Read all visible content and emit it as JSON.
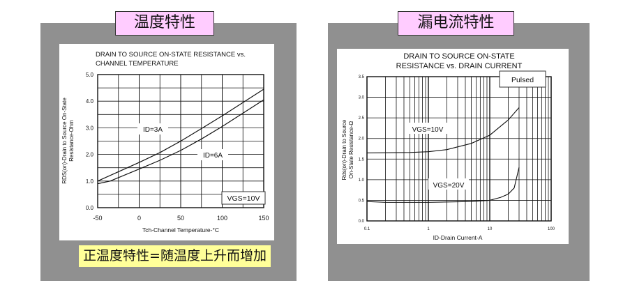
{
  "left": {
    "header": "温度特性",
    "footer": "正温度特性=随温度上升而增加"
  },
  "right": {
    "header": "漏电流特性"
  },
  "colors": {
    "panel": "#909090",
    "header_bg": "#ffccff",
    "footer_bg": "#ffff99"
  },
  "chart_data": [
    {
      "type": "line",
      "title": [
        "DRAIN TO SOURCE ON-STATE RESISTANCE vs.",
        "CHANNEL TEMPERATURE"
      ],
      "xlabel": "Tch-Channel Temperature-°C",
      "ylabel": [
        "RDS(on)-Drain to Source On-State",
        "Resistance-Ohm"
      ],
      "xlim": [
        -50,
        150
      ],
      "ylim": [
        0,
        5
      ],
      "xticks": [
        -50,
        0,
        50,
        100,
        150
      ],
      "xtick_labels": [
        "-50",
        "0",
        "50",
        "100",
        "150"
      ],
      "yticks": [
        0,
        1,
        2,
        3,
        4,
        5
      ],
      "ytick_labels": [
        "0.0",
        "1.0",
        "2.0",
        "3.0",
        "4.0",
        "5.0"
      ],
      "grid": true,
      "annotation": "VGS=10V",
      "series": [
        {
          "name": "ID=3A",
          "x": [
            -50,
            -25,
            0,
            25,
            50,
            75,
            100,
            125,
            150
          ],
          "y": [
            1.0,
            1.35,
            1.7,
            2.07,
            2.5,
            2.97,
            3.45,
            3.95,
            4.45
          ]
        },
        {
          "name": "ID=6A",
          "x": [
            -50,
            -35,
            0,
            25,
            50,
            75,
            100,
            125,
            150
          ],
          "y": [
            0.9,
            1.0,
            1.45,
            1.78,
            2.15,
            2.58,
            3.05,
            3.55,
            4.05
          ]
        }
      ]
    },
    {
      "type": "line",
      "title": [
        "DRAIN TO SOURCE ON-STATE",
        "RESISTANCE vs. DRAIN CURRENT"
      ],
      "xlabel": "ID-Drain Current-A",
      "ylabel": [
        "Rds(on)-Drain to Source",
        "On-State Resistance-Ω"
      ],
      "xscale": "log",
      "xlim": [
        0.1,
        100
      ],
      "ylim": [
        0,
        3.5
      ],
      "xtick_labels": [
        "0.1",
        "1",
        "10",
        "100"
      ],
      "yticks": [
        0,
        0.5,
        1,
        1.5,
        2,
        2.5,
        3,
        3.5
      ],
      "ytick_labels": [
        "0.0",
        "0.5",
        "1.0",
        "1.5",
        "2.0",
        "2.5",
        "3.0",
        "3.5"
      ],
      "grid": true,
      "annotation": "Pulsed",
      "series": [
        {
          "name": "VGS=10V",
          "x": [
            0.1,
            0.5,
            1,
            2,
            5,
            10,
            20,
            30
          ],
          "y": [
            1.65,
            1.66,
            1.68,
            1.73,
            1.88,
            2.08,
            2.45,
            2.75
          ]
        },
        {
          "name": "VGS=20V",
          "x": [
            0.1,
            0.2,
            1,
            5,
            10,
            15,
            20,
            25,
            30
          ],
          "y": [
            0.47,
            0.45,
            0.45,
            0.47,
            0.5,
            0.57,
            0.65,
            0.8,
            1.3
          ]
        }
      ]
    }
  ]
}
